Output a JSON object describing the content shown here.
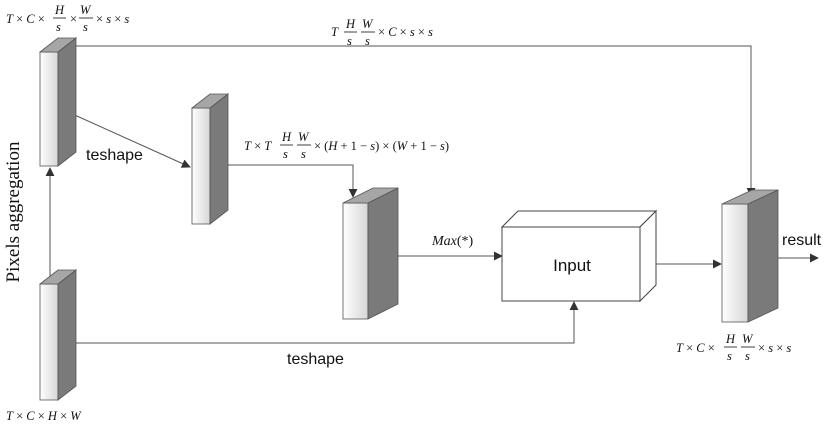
{
  "labels": {
    "side_axis": "Pixels aggregation",
    "teshape_upper": "teshape",
    "teshape_lower": "teshape",
    "max_op": "Max(*)",
    "input_box": "Input",
    "result": "result"
  },
  "formulas": {
    "input_shape": "T × C × H × W",
    "block1_shape": "T × C × H/s × W/s × s × s",
    "top_path_shape": "T H/s W/s × C × s × s",
    "block2_shape": "T × T H/s W/s × (H + 1 − s) × (W + 1 − s)",
    "result_shape": "T × C × H/s W/s × s × s"
  },
  "colors": {
    "block_front_light": "#ffffff",
    "block_front_dark": "#d9d9d9",
    "block_side": "#7a7a7a",
    "block_top": "#a6a6a6",
    "line": "#555555"
  }
}
